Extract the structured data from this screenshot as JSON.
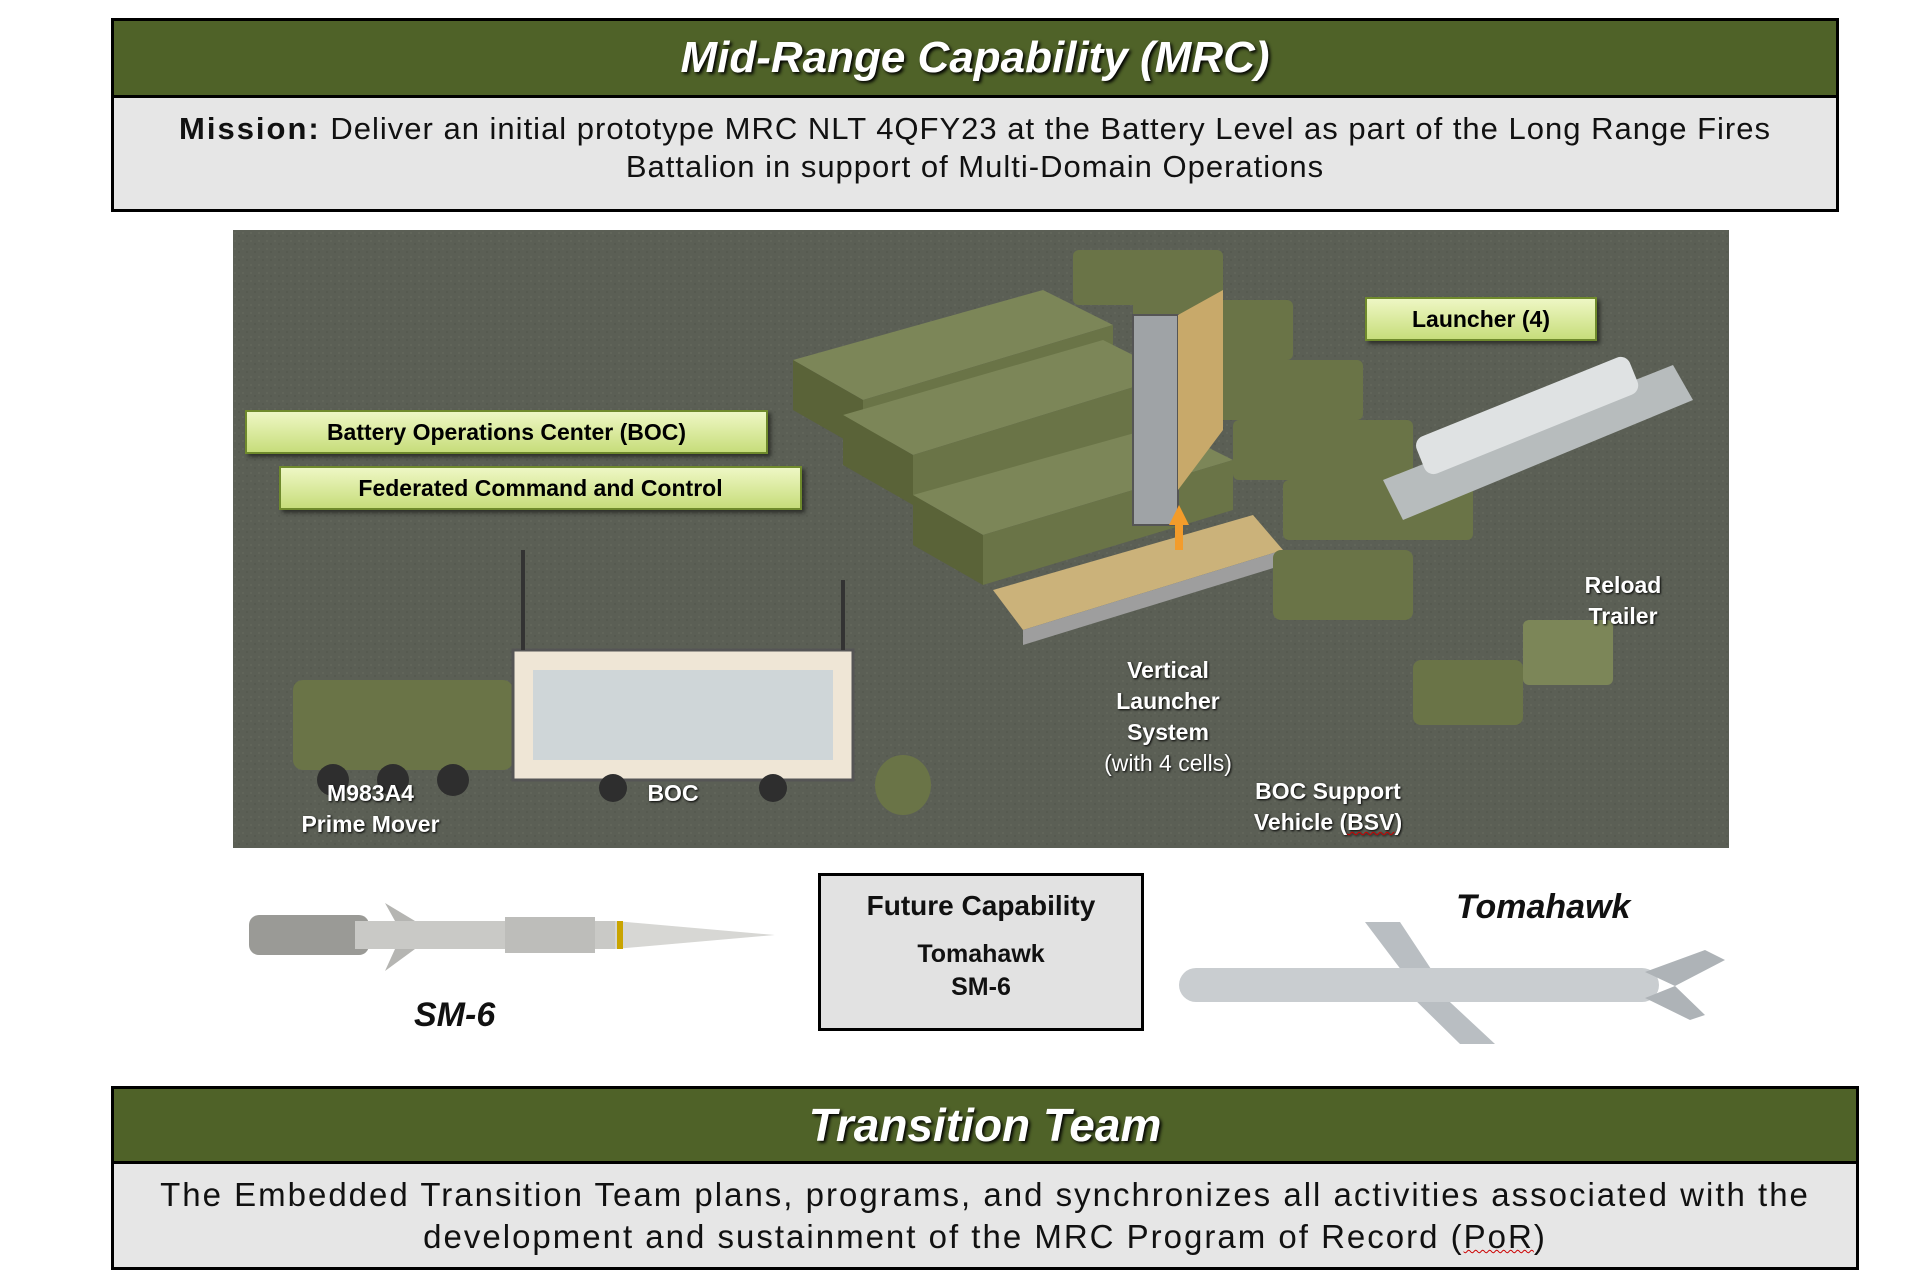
{
  "header": {
    "title": "Mid-Range Capability (MRC)",
    "mission_label": "Mission:",
    "mission_text": "Deliver an initial prototype MRC NLT 4QFY23 at the Battery Level as part of the Long Range Fires Battalion in support of Multi-Domain Operations"
  },
  "scene": {
    "callouts": {
      "launcher": "Launcher (4)",
      "boc": "Battery Operations Center (BOC)",
      "fc2": "Federated Command and Control"
    },
    "labels": {
      "prime_mover_1": "M983A4",
      "prime_mover_2": "Prime Mover",
      "boc": "BOC",
      "vls_1": "Vertical",
      "vls_2": "Launcher",
      "vls_3": "System",
      "vls_4": "(with 4 cells)",
      "bsv_1": "BOC Support",
      "bsv_2": "Vehicle (",
      "bsv_abbr": "BSV",
      "bsv_close": ")",
      "reload_1": "Reload",
      "reload_2": "Trailer"
    },
    "colors": {
      "ground": "#5b5f55",
      "vehicle": "#6a7447",
      "callout": "#c7dd7b",
      "arrow": "#f39c2b"
    }
  },
  "missiles": {
    "sm6": "SM-6",
    "tomahawk": "Tomahawk"
  },
  "future": {
    "title": "Future Capability",
    "item_1": "Tomahawk",
    "item_2": "SM-6"
  },
  "transition": {
    "title": "Transition Team",
    "text_1": "The Embedded Transition Team plans, programs, and synchronizes all activities associated with the",
    "text_2": "development and sustainment of the MRC Program of Record (",
    "abbr": "PoR",
    "text_3": ")"
  },
  "colors": {
    "header_green": "#4f6228",
    "box_grey": "#e6e6e6"
  }
}
